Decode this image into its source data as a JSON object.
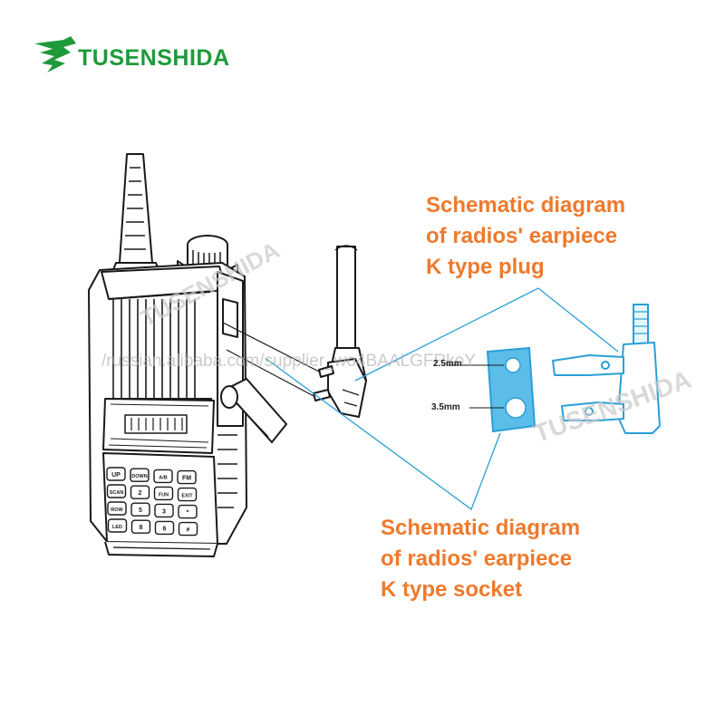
{
  "brand": {
    "name": "TUSENSHIDA",
    "color": "#1f9a3a"
  },
  "callouts": {
    "plug": [
      "Schematic diagram",
      "of radios' earpiece",
      "K type plug"
    ],
    "socket": [
      "Schematic diagram",
      "of radios' earpiece",
      "K type socket"
    ],
    "color": "#ee7a2c"
  },
  "socket_labels": {
    "upper": "2.5mm",
    "lower": "3.5mm"
  },
  "watermarks": {
    "brand": "TUSENSHIDA",
    "url": "/russian.alibaba.com/supplier_wo4BAALGFRkoY"
  },
  "keypad": {
    "rows": [
      [
        "UP",
        "DOWN",
        "A/B",
        "FM"
      ],
      [
        "SCAN",
        "2",
        "FUN",
        "EXIT"
      ],
      [
        "ROW",
        "5",
        "3",
        "*"
      ],
      [
        "LED",
        "8",
        "6",
        "#"
      ]
    ]
  },
  "colors": {
    "accent_line": "#2a9fd6",
    "socket_fill": "#5bbde8",
    "outline": "#1a1a1a"
  }
}
